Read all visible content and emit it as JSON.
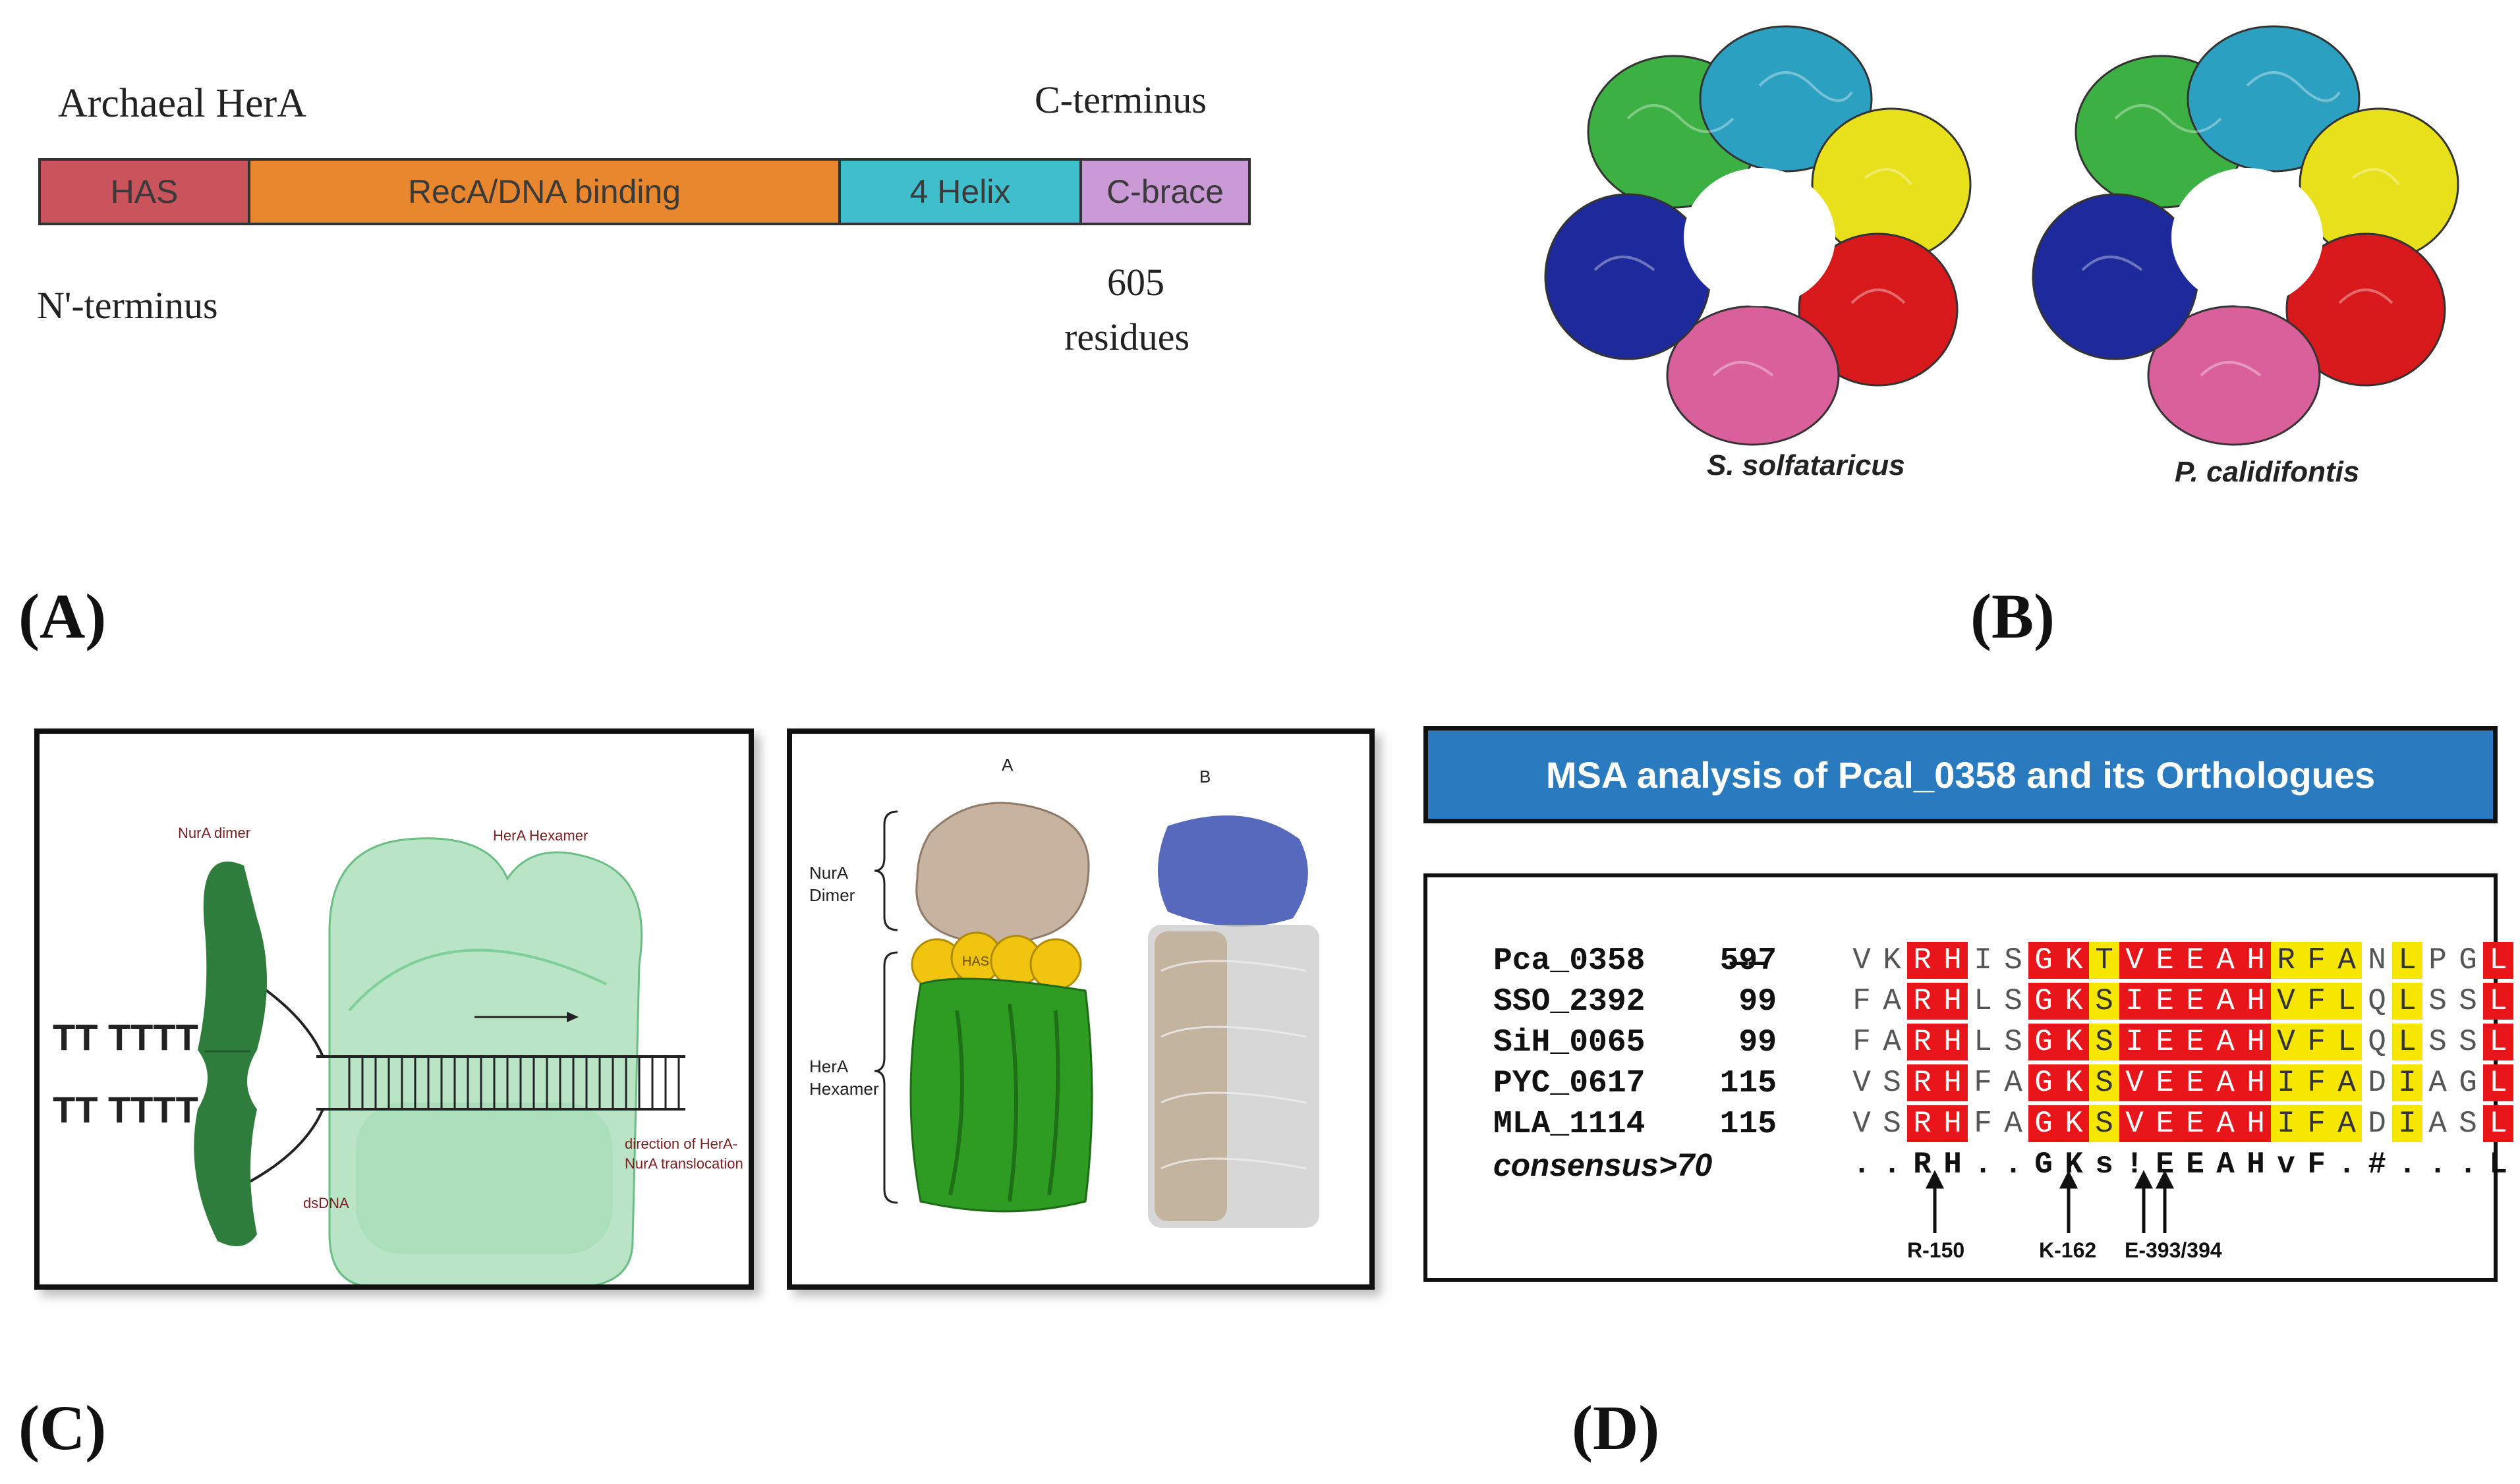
{
  "panel_a": {
    "title": "Archaeal HerA",
    "c_terminus": "C-terminus",
    "n_terminus": "N'-terminus",
    "length_number": "605",
    "length_unit": "residues",
    "label": "(A)",
    "domains": [
      {
        "name": "HAS",
        "color": "#c9545b"
      },
      {
        "name": "RecA/DNA binding",
        "color": "#e8872e"
      },
      {
        "name": "4 Helix",
        "color": "#3fbfcc"
      },
      {
        "name": "C-brace",
        "color": "#c99ad6"
      }
    ]
  },
  "panel_b": {
    "label": "(B)",
    "species_left": "S. solfataricus",
    "species_right": "P. calidifontis",
    "subunit_colors": [
      "#2ca0c0",
      "#e8e01a",
      "#d8191c",
      "#d9609a",
      "#1e2a9c",
      "#2d9a2d"
    ]
  },
  "panel_c": {
    "label": "(C)",
    "nura_dimer": "NurA dimer",
    "hera_hexamer": "HerA Hexamer",
    "dsdna": "dsDNA",
    "direction": "direction of HerA-NurA translocation",
    "sub_a": "A",
    "sub_b": "B",
    "nura_dimer_2": "NurA Dimer",
    "hera_hexamer_2": "HerA Hexamer",
    "has": "HAS"
  },
  "panel_d": {
    "label": "(D)",
    "header": "MSA analysis of Pcal_0358 and its Orthologues",
    "sequences": [
      {
        "name": "Pca_0358",
        "num": "5̶9̶7",
        "residues": "VKRHISGKTVEEAHRFANLPGL"
      },
      {
        "name": "SSO_2392",
        "num": "99",
        "residues": "FARHLSGKSIEEAHVFLQLSSL"
      },
      {
        "name": "SiH_0065",
        "num": "99",
        "residues": "FARHLSGKSIEEAHVFLQLSSL"
      },
      {
        "name": "PYC_0617",
        "num": "115",
        "residues": "VSRHFAGKSVEEAHIFADIAGL"
      },
      {
        "name": "MLA_1114",
        "num": "115",
        "residues": "VSRHFAGKSVEEAHIFADIASL"
      }
    ],
    "consensus_label": "consensus>70",
    "consensus": "..RH..GKs!EEAHvF.#...L",
    "arrows": [
      "R-150",
      "K-162",
      "E-393/394"
    ]
  }
}
